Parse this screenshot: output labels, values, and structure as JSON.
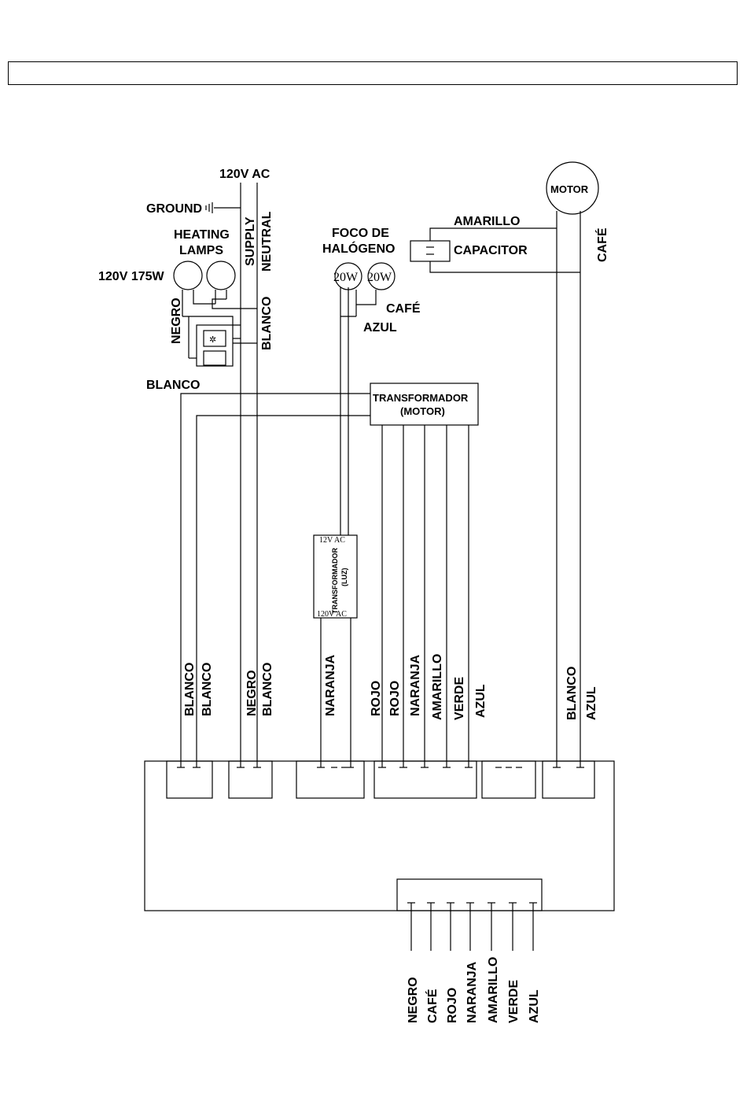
{
  "header": {
    "text": ""
  },
  "supply": {
    "voltage": "120V AC",
    "ground": "GROUND",
    "supply_label": "SUPPLY",
    "neutral_label": "NEUTRAL",
    "wire_blanco": "BLANCO"
  },
  "heating": {
    "title_line1": "HEATING",
    "title_line2": "LAMPS",
    "rating": "120V 175W",
    "wire_negro": "NEGRO",
    "wire_blanco_left": "BLANCO"
  },
  "halogen": {
    "title_line1": "FOCO DE",
    "title_line2": "HALÓGENO",
    "lamp1": "20W",
    "lamp2": "20W",
    "wire_cafe": "CAFÉ",
    "wire_azul": "AZUL"
  },
  "motor": {
    "label": "MOTOR",
    "wire_amarillo": "AMARILLO",
    "capacitor": "CAPACITOR",
    "wire_cafe": "CAFÉ"
  },
  "transformer_motor": {
    "line1": "TRANSFORMADOR",
    "line2": "(MOTOR)"
  },
  "transformer_luz": {
    "top": "12V AC",
    "line1": "TRANSFORMADOR",
    "line2": "(LUZ)",
    "bottom": "120V AC"
  },
  "terminal_labels": {
    "group1": [
      "BLANCO",
      "BLANCO"
    ],
    "group2": [
      "NEGRO",
      "BLANCO"
    ],
    "group3": [
      "NARANJA"
    ],
    "group4": [
      "ROJO",
      "ROJO",
      "NARANJA",
      "AMARILLO",
      "VERDE",
      "AZUL"
    ],
    "group6": [
      "BLANCO",
      "AZUL"
    ]
  },
  "bottom_labels": [
    "NEGRO",
    "CAFÉ",
    "ROJO",
    "NARANJA",
    "AMARILLO",
    "VERDE",
    "AZUL"
  ]
}
